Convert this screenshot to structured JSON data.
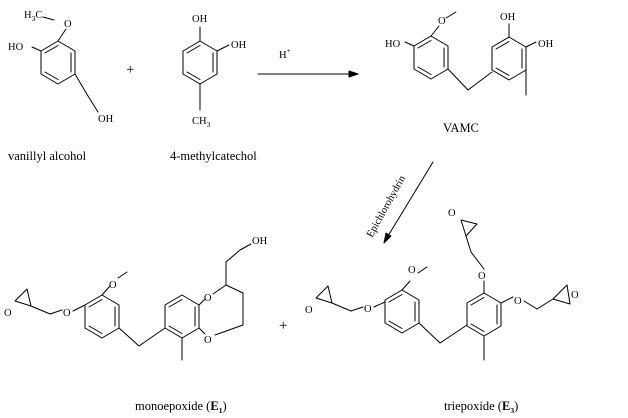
{
  "labels": {
    "reactant1": "vanillyl alcohol",
    "reactant2": "4-methylcatechol",
    "product1": "VAMC",
    "final1_prefix": "monoepoxide (",
    "final1_code": "E",
    "final1_sub": "1",
    "final1_suffix": ")",
    "final2_prefix": "triepoxide (",
    "final2_code": "E",
    "final2_sub": "3",
    "final2_suffix": ")"
  },
  "reagents": {
    "step1": "H",
    "step1_charge": "+",
    "step2": "Epichlorohydrin"
  },
  "operators": {
    "plus1": "+",
    "plus2": "+"
  },
  "atoms": {
    "methoxy_group": "H",
    "methoxy_sub": "3",
    "methoxy_rest": "C",
    "methyl_group": "CH",
    "methyl_sub": "3",
    "hydroxyl": "HO",
    "hydroxyl_right": "OH",
    "oxygen": "O"
  }
}
